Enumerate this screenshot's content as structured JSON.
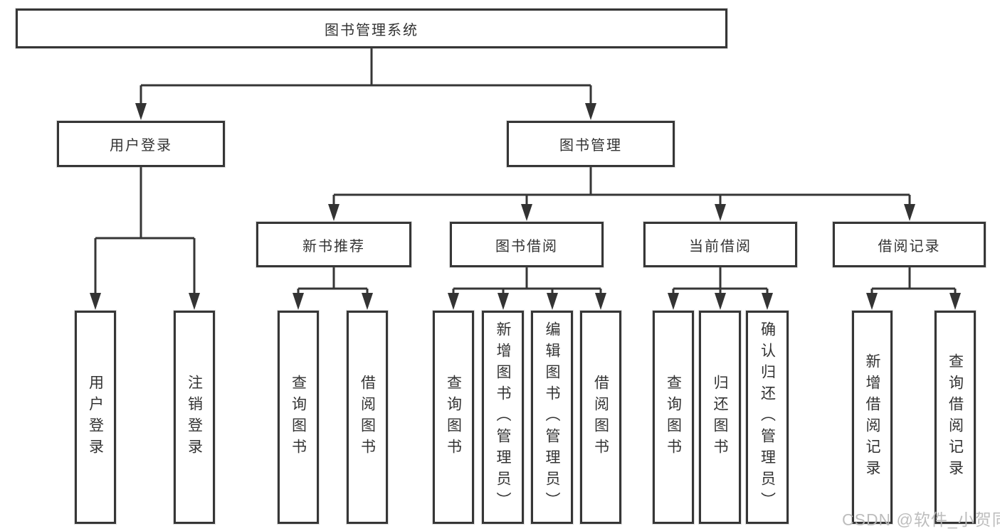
{
  "diagram": {
    "title": "图书管理系统",
    "level1": {
      "user_login": "用户登录",
      "book_mgmt": "图书管理"
    },
    "level2": {
      "new_books": "新书推荐",
      "book_borrow": "图书借阅",
      "current_borrow": "当前借阅",
      "borrow_records": "借阅记录"
    },
    "leaves": {
      "user_login_1": "用户登录",
      "user_login_2": "注销登录",
      "new_books_1": "查询图书",
      "new_books_2": "借阅图书",
      "book_borrow_1": "查询图书",
      "book_borrow_2": "新增图书（管理员）",
      "book_borrow_3": "编辑图书（管理员）",
      "book_borrow_4": "借阅图书",
      "current_borrow_1": "查询图书",
      "current_borrow_2": "归还图书",
      "current_borrow_3": "确认归还（管理员）",
      "borrow_records_1": "新增借阅记录",
      "borrow_records_2": "查询借阅记录"
    }
  },
  "watermark": "CSDN @软件_小贺同学",
  "colors": {
    "line": "#363636",
    "text": "#333333",
    "background": "#ffffff",
    "watermark": "#b9b9b9"
  }
}
